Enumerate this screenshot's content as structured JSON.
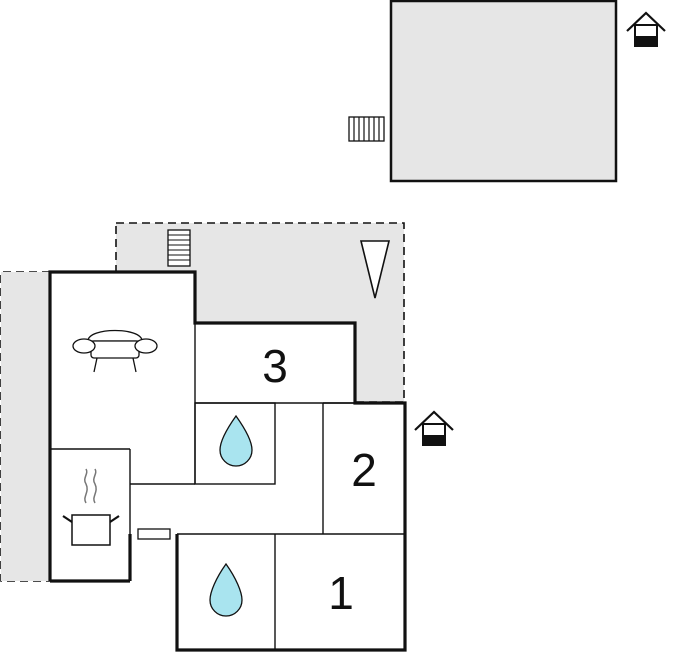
{
  "floorplan": {
    "rooms": [
      {
        "id": "bedroom-1",
        "label": "1"
      },
      {
        "id": "bedroom-2",
        "label": "2"
      },
      {
        "id": "bedroom-3",
        "label": "3"
      }
    ],
    "colors": {
      "wall": "#111111",
      "terrace": "#e6e6e6",
      "water": "#a9e4ef",
      "background": "#ffffff"
    },
    "icons": [
      "sofa-icon",
      "cooking-pot-icon",
      "water-drop-icon",
      "house-entrance-icon",
      "stairs-icon",
      "radiator-icon",
      "compass-north-icon"
    ]
  }
}
